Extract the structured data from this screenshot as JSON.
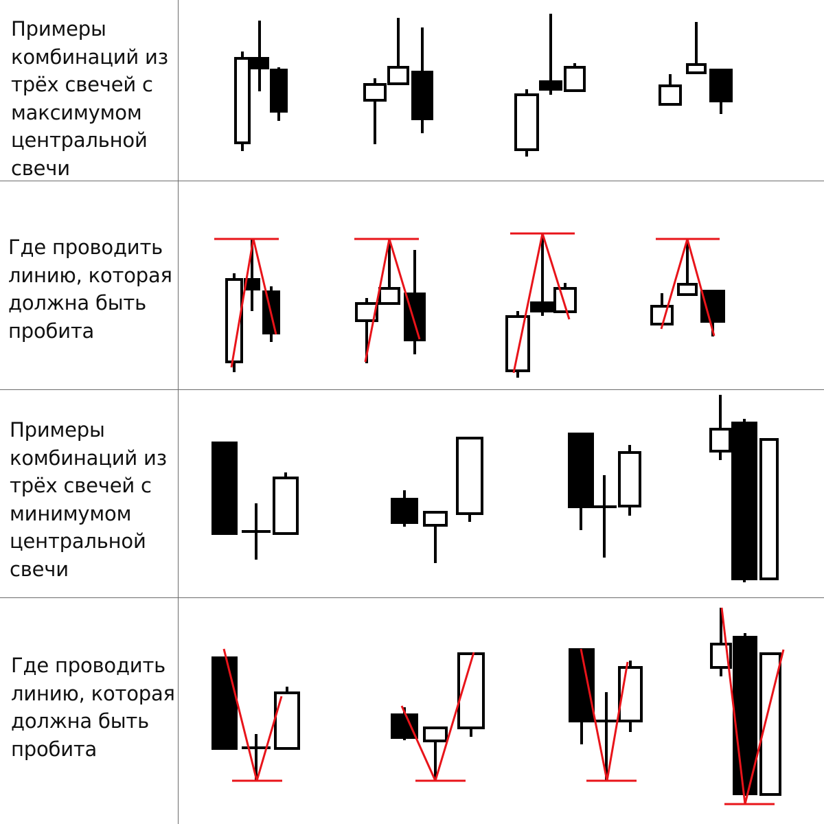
{
  "rows": [
    {
      "label_lines": [
        "Примеры",
        "комбинаций из",
        "трёх свечей с",
        "максимумом",
        "центральной",
        "свечи"
      ]
    },
    {
      "label_lines": [
        "Где проводить",
        "линию, которая",
        "должна быть",
        "пробита"
      ]
    },
    {
      "label_lines": [
        "Примеры",
        "комбинаций из",
        "трёх свечей с",
        "минимумом",
        "центральной",
        "свечи"
      ]
    },
    {
      "label_lines": [
        "Где проводить",
        "линию, которая",
        "должна быть",
        "пробита"
      ]
    }
  ],
  "colors": {
    "candle_outline": "#000000",
    "bearish_fill": "#000000",
    "bullish_fill": "#ffffff",
    "guide_line": "#e8141a",
    "grid": "#6b6b6b"
  }
}
